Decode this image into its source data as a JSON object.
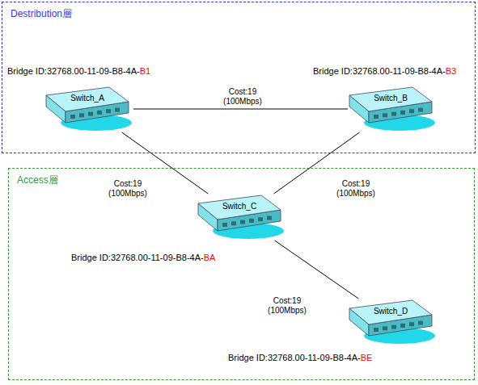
{
  "diagram": {
    "nodes": [
      {
        "text": [
          "Destribution層"
        ]
      },
      {
        "text": [
          "Bridge ID:32768.00-11-09-B8-4A-B1",
          "Switch_A"
        ],
        "in": 0
      },
      {
        "text": [
          "Bridge ID:32768.00-11-09-B8-4A-B3",
          "Switch_B"
        ],
        "in": 0
      },
      {
        "text": [
          "Access層"
        ]
      },
      {
        "text": [
          "Switch_C",
          "Bridge ID:32768.00-11-09-B8-4A-BA"
        ],
        "in": 3
      },
      {
        "text": [
          "Switch_D",
          "Bridge ID:32768.00-11-09-B8-4A-BE"
        ],
        "in": 3
      }
    ],
    "edges": [
      {
        "from": 1,
        "to": 2,
        "arrow": "none",
        "label": "Cost:19 (100Mbps)"
      },
      {
        "from": 1,
        "to": 4,
        "arrow": "none",
        "label": "Cost:19 (100Mbps)"
      },
      {
        "from": 2,
        "to": 4,
        "arrow": "none",
        "label": "Cost:19 (100Mbps)"
      },
      {
        "from": 4,
        "to": 5,
        "arrow": "none",
        "label": "Cost:19 (100Mbps)"
      }
    ]
  }
}
